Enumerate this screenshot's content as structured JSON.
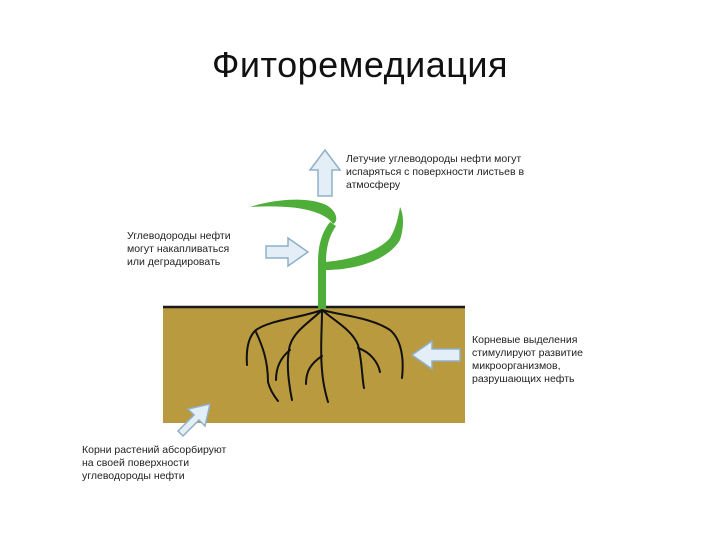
{
  "title": "Фиторемедиация",
  "labels": {
    "volatile": "Летучие углеводороды нефти могут\nиспаряться с поверхности листьев в\nатмосферу",
    "accumulate": "Углеводороды нефти\nмогут накапливаться\nили деградировать",
    "root_exudates": "Корневые выделения\nстимулируют развитие\nмикроорганизмов,\nразрушающих нефть",
    "absorb": "Корни растений абсорбируют\nна своей поверхности\nуглеводороды нефти"
  },
  "colors": {
    "soil": "#B99A3F",
    "soil_line": "#1a1a1a",
    "plant": "#4FAE3A",
    "roots": "#111111",
    "arrow_fill": "#E3EEF6",
    "arrow_stroke": "#8FB0C8"
  },
  "icons": [
    "arrow-up-icon",
    "arrow-right-icon",
    "arrow-left-icon",
    "arrow-diagonal-icon"
  ]
}
